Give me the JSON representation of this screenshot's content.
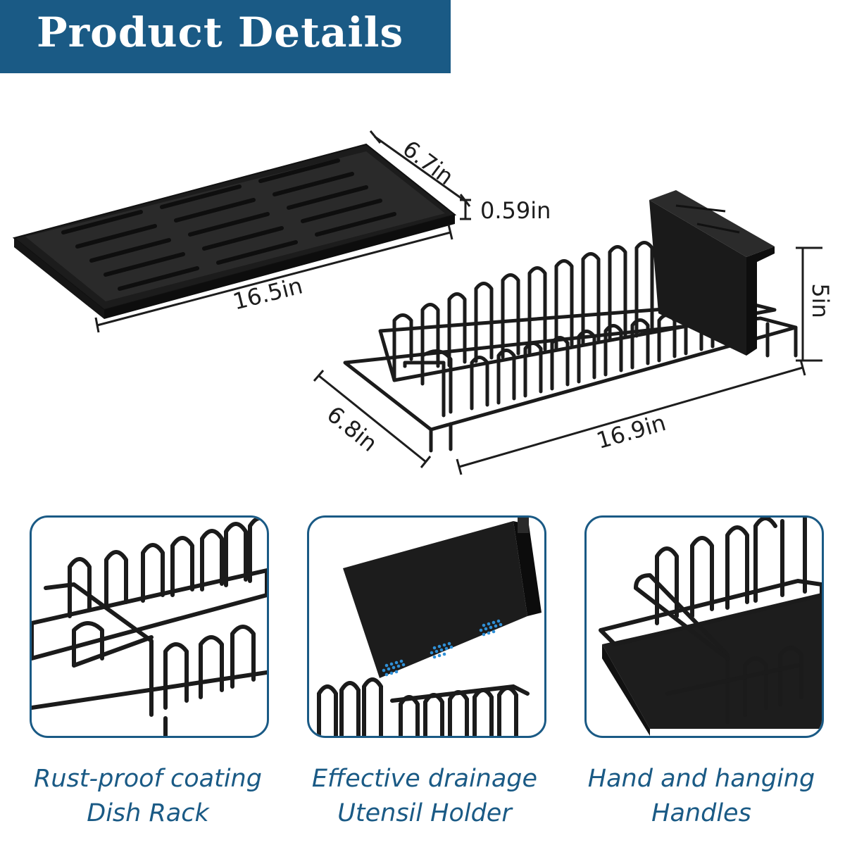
{
  "header": {
    "title": "Product Details"
  },
  "dimensions": {
    "tray_width": "6.7in",
    "tray_height": "0.59in",
    "tray_length": "16.5in",
    "rack_height": "5in",
    "rack_width": "6.8in",
    "rack_length": "16.9in"
  },
  "features": [
    {
      "line1": "Rust-proof coating",
      "line2": "Dish Rack"
    },
    {
      "line1": "Effective drainage",
      "line2": "Utensil Holder"
    },
    {
      "line1": "Hand and hanging",
      "line2": "Handles"
    }
  ],
  "colors": {
    "accent": "#1a5a85",
    "product": "#1b1b1b",
    "drain_dots": "#2f8fd6"
  }
}
